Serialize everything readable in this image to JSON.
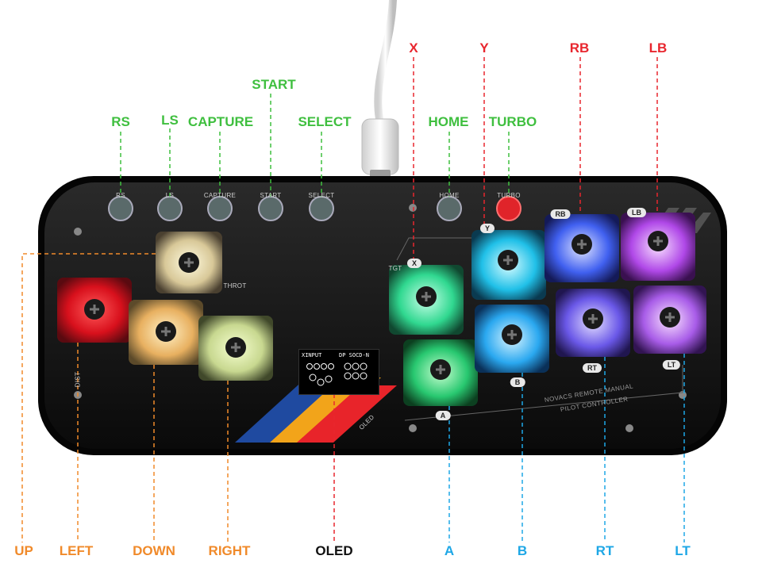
{
  "callouts": {
    "rs": "RS",
    "ls": "LS",
    "capture": "CAPTURE",
    "start": "START",
    "select": "SELECT",
    "x": "X",
    "y": "Y",
    "rb": "RB",
    "lb": "LB",
    "home": "HOME",
    "turbo": "TURBO",
    "up": "UP",
    "left": "LEFT",
    "down": "DOWN",
    "right": "RIGHT",
    "oled": "OLED",
    "a": "A",
    "b": "B",
    "rt": "RT",
    "lt": "LT"
  },
  "panel": {
    "rs": "RS",
    "ls": "LS",
    "capture": "CAPTURE",
    "start": "START",
    "select": "SELECT",
    "home": "HOME",
    "turbo": "TURBO",
    "tgt": "TGT",
    "throt": "THROT",
    "dist": "DIST",
    "oled_side": "OLED",
    "brand_line1": "NOVACS REMOTE MANUAL",
    "brand_line2": "PILOT CONTROLLER"
  },
  "keycap_letters": {
    "x": "X",
    "y": "Y",
    "rb": "RB",
    "lb": "LB",
    "b": "B",
    "a": "A",
    "rt": "RT",
    "lt": "LT"
  },
  "oled_screen": {
    "left_mode": "XINPUT",
    "right_mode": "DP SOCD-N"
  },
  "colors": {
    "green_label": "#3fbf3f",
    "red_label": "#e8262e",
    "orange_label": "#f08a2a",
    "blue_label": "#1ea7e6",
    "case": "#111111",
    "turbo_button": "#e0242a"
  }
}
